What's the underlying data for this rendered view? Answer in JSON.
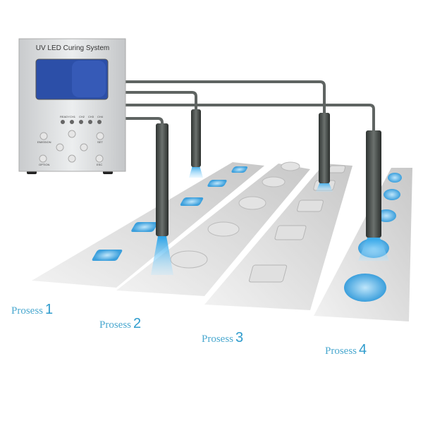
{
  "device": {
    "title": "UV LED Curing System",
    "indicators": [
      "READY",
      "CH1",
      "CH2",
      "CH3",
      "CH4"
    ],
    "buttons": {
      "emission": "EMISSION",
      "set": "SET",
      "option": "OPTION",
      "esc": "ESC"
    }
  },
  "processes": [
    {
      "label": "Prosess",
      "number": "1"
    },
    {
      "label": "Prosess",
      "number": "2"
    },
    {
      "label": "Prosess",
      "number": "3"
    },
    {
      "label": "Prosess",
      "number": "4"
    }
  ],
  "colors": {
    "uv_light": "#3fa7e0",
    "label": "#4aa8cf",
    "panel": "#d9dbdd",
    "screen": "#2c4fa8"
  }
}
